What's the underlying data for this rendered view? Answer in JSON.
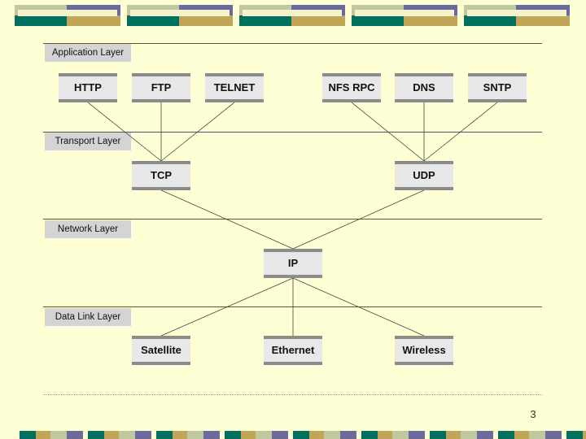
{
  "colors": {
    "background": "#ffffd6",
    "deco_purple": "#6b6b9b",
    "deco_green": "#006f5d",
    "deco_sage": "#c0c8a0",
    "deco_gold": "#c2a658",
    "deco_light": "#f4f4cc"
  },
  "layers": [
    {
      "label": "Application Layer"
    },
    {
      "label": "Transport Layer"
    },
    {
      "label": "Network Layer"
    },
    {
      "label": "Data Link Layer"
    }
  ],
  "nodes": {
    "http": "HTTP",
    "ftp": "FTP",
    "telnet": "TELNET",
    "nfsrpc": "NFS RPC",
    "dns": "DNS",
    "sntp": "SNTP",
    "tcp": "TCP",
    "udp": "UDP",
    "ip": "IP",
    "satellite": "Satellite",
    "ethernet": "Ethernet",
    "wireless": "Wireless"
  },
  "edges": [
    [
      "http",
      "tcp"
    ],
    [
      "ftp",
      "tcp"
    ],
    [
      "telnet",
      "tcp"
    ],
    [
      "nfsrpc",
      "udp"
    ],
    [
      "dns",
      "udp"
    ],
    [
      "sntp",
      "udp"
    ],
    [
      "tcp",
      "ip"
    ],
    [
      "udp",
      "ip"
    ],
    [
      "ip",
      "satellite"
    ],
    [
      "ip",
      "ethernet"
    ],
    [
      "ip",
      "wireless"
    ]
  ],
  "page_number": "3"
}
